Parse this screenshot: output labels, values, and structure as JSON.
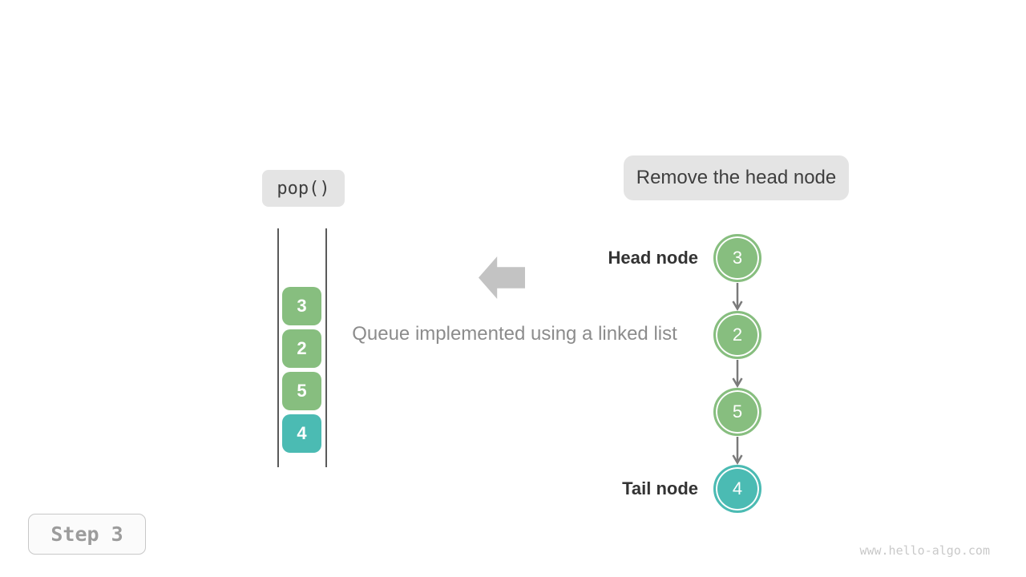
{
  "colors": {
    "node_green": "#87BE7F",
    "node_teal": "#4BBBB3",
    "label_box_bg": "#e4e4e4",
    "dark_text": "#3f3f3f",
    "caption_gray": "#8c8c8c",
    "block_arrow_gray": "#c3c3c3",
    "connector_gray": "#7a7a7a"
  },
  "operation": {
    "label": "pop()"
  },
  "callout": {
    "label": "Remove the head node"
  },
  "caption": {
    "label": "Queue implemented using a linked list"
  },
  "queue_stack": {
    "items": [
      {
        "value": "3",
        "color": "#87BE7F"
      },
      {
        "value": "2",
        "color": "#87BE7F"
      },
      {
        "value": "5",
        "color": "#87BE7F"
      },
      {
        "value": "4",
        "color": "#4BBBB3"
      }
    ]
  },
  "linked_list": {
    "head_label": "Head node",
    "tail_label": "Tail node",
    "nodes": [
      {
        "value": "3",
        "color": "#87BE7F"
      },
      {
        "value": "2",
        "color": "#87BE7F"
      },
      {
        "value": "5",
        "color": "#87BE7F"
      },
      {
        "value": "4",
        "color": "#4BBBB3"
      }
    ]
  },
  "step": {
    "label": "Step 3"
  },
  "watermark": {
    "label": "www.hello-algo.com"
  }
}
